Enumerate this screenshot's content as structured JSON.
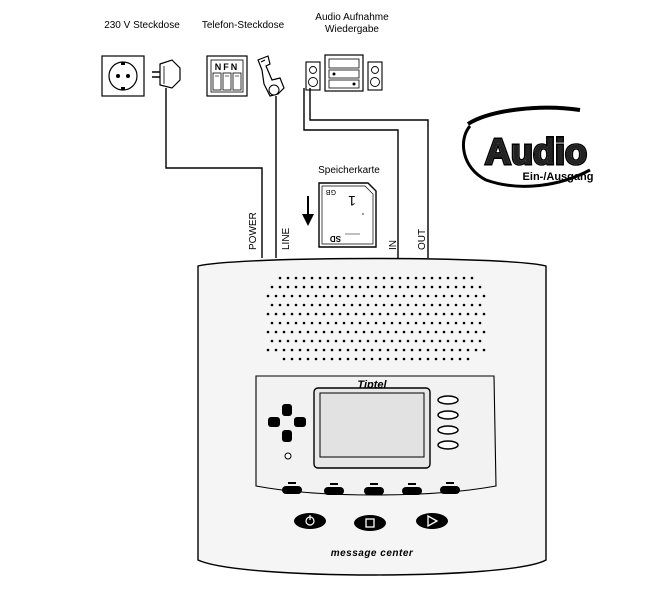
{
  "labels": {
    "power_outlet": "230  V  Steckdose",
    "phone_socket": "Telefon-Steckdose",
    "audio_line1": "Audio  Aufnahme",
    "audio_line2": "Wiedergabe",
    "memory_card": "Speicherkarte",
    "port_power": "POWER",
    "port_line": "LINE",
    "port_in": "IN",
    "port_out": "OUT"
  },
  "phone_socket_letters": "NFN",
  "sd_card": {
    "capacity": "1",
    "unit": "GB",
    "logo": "SD"
  },
  "audio_logo": {
    "title": "Audio",
    "subtitle": "Ein-/Ausgang"
  },
  "device": {
    "brand": "Tiptel",
    "model_label": "message center"
  },
  "icons": [
    "power-outlet-icon",
    "plug-icon",
    "phone-socket-icon",
    "tae-plug-icon",
    "stereo-system-icon",
    "sd-card-icon",
    "insert-arrow-icon",
    "dpad-icon",
    "power-icon",
    "stop-icon",
    "play-icon"
  ],
  "colors": {
    "line": "#000000",
    "device_fill": "#f4f4f4",
    "display_fill": "#e6e6e6"
  }
}
